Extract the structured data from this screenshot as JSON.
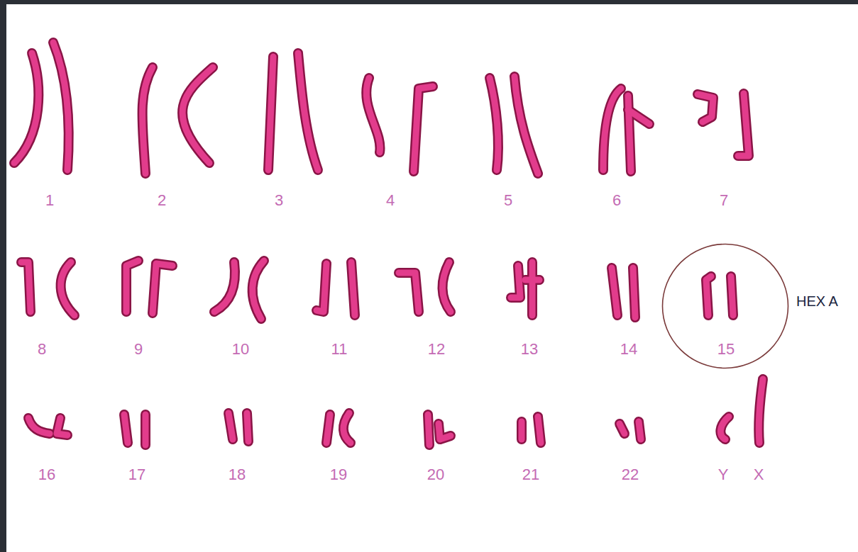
{
  "diagram": {
    "nodes": [
      {
        "text": [
          "15"
        ]
      }
    ],
    "labels": [
      "1",
      "2",
      "3",
      "4",
      "5",
      "6",
      "7",
      "8",
      "9",
      "10",
      "11",
      "12",
      "13",
      "14",
      "HEX A",
      "16",
      "17",
      "18",
      "19",
      "20",
      "21",
      "22",
      "Y",
      "X"
    ]
  }
}
